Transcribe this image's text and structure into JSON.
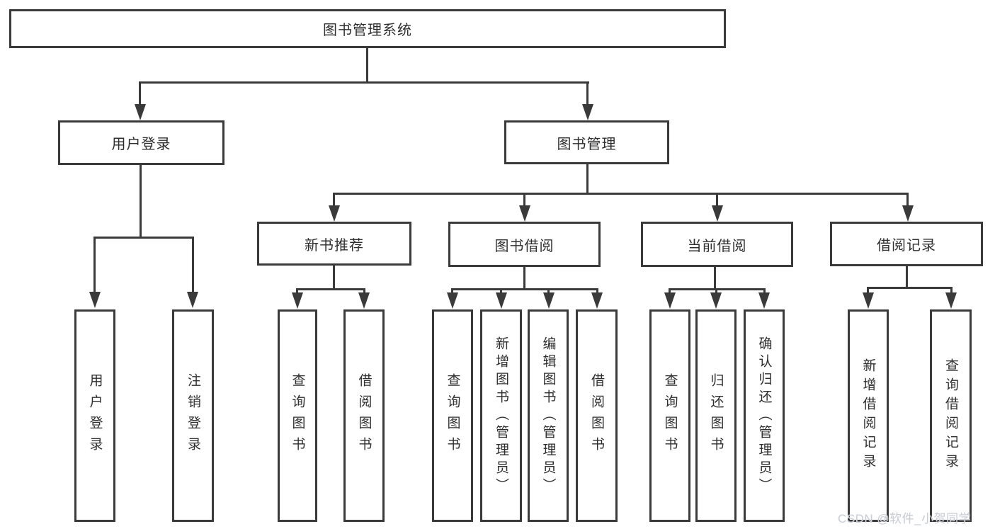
{
  "nodes": {
    "root": {
      "label": "图书管理系统"
    },
    "userLogin": {
      "label": "用户登录"
    },
    "bookMgmt": {
      "label": "图书管理"
    },
    "newBookRec": {
      "label": "新书推荐"
    },
    "bookBorrow": {
      "label": "图书借阅"
    },
    "currentBorrow": {
      "label": "当前借阅"
    },
    "borrowRecord": {
      "label": "借阅记录"
    },
    "leafUserLogin": {
      "label": "用户登录"
    },
    "leafLogout": {
      "label": "注销登录"
    },
    "leafQueryBook1": {
      "label": "查询图书"
    },
    "leafBorrowBook1": {
      "label": "借阅图书"
    },
    "leafQueryBook2": {
      "label": "查询图书"
    },
    "leafAddBook": {
      "label": "新增图书（管理员）"
    },
    "leafEditBook": {
      "label": "编辑图书（管理员）"
    },
    "leafBorrowBook2": {
      "label": "借阅图书"
    },
    "leafQueryBook3": {
      "label": "查询图书"
    },
    "leafReturnBook": {
      "label": "归还图书"
    },
    "leafConfirmReturn": {
      "label": "确认归还（管理员）"
    },
    "leafAddRecord": {
      "label": "新增借阅记录"
    },
    "leafQueryRecord": {
      "label": "查询借阅记录"
    }
  },
  "watermark": "CSDN @软件_小贺同学",
  "colors": {
    "line": "#3a3a3a",
    "text": "#2e2e2e",
    "watermark": "#caced6",
    "background": "#ffffff"
  }
}
